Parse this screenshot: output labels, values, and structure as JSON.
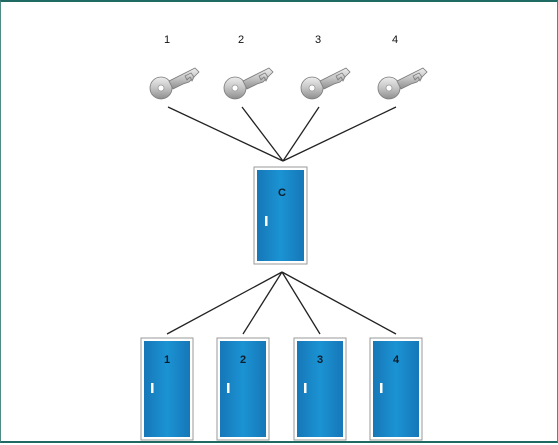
{
  "diagram": {
    "keys": [
      {
        "label": "1"
      },
      {
        "label": "2"
      },
      {
        "label": "3"
      },
      {
        "label": "4"
      }
    ],
    "central_door": {
      "label": "C"
    },
    "doors": [
      {
        "label": "1"
      },
      {
        "label": "2"
      },
      {
        "label": "3"
      },
      {
        "label": "4"
      }
    ],
    "colors": {
      "door_fill": "#1b8fcf",
      "door_border": "#9a9a9a",
      "key_fill": "#c9c9c9",
      "line": "#222222",
      "frame": "#1f6a63"
    }
  }
}
